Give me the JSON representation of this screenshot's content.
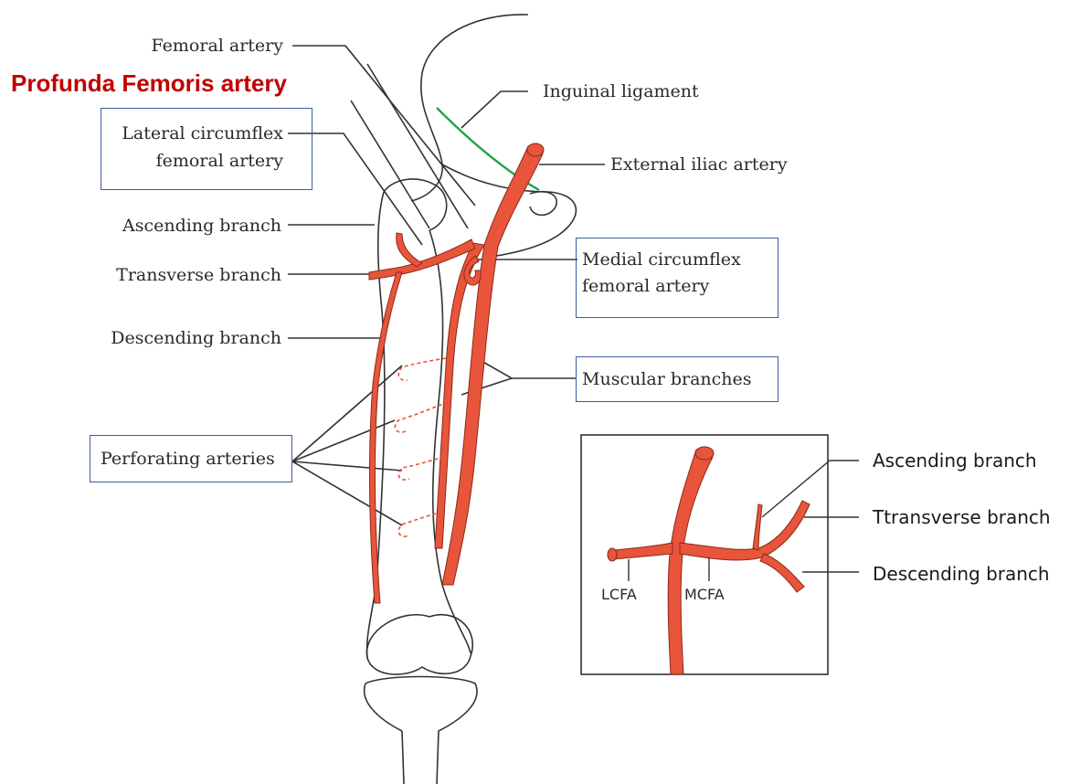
{
  "title": "Profunda Femoris artery",
  "colors": {
    "artery": "#e8553a",
    "artery_edge": "#8a2a1a",
    "bone_line": "#333333",
    "ligament": "#1fa34a",
    "title": "#c00000",
    "box_border": "#3f5b9a"
  },
  "labels": {
    "femoral_artery": "Femoral artery",
    "lateral_circumflex_line1": "Lateral circumflex",
    "lateral_circumflex_line2": "femoral artery",
    "ascending_branch": "Ascending branch",
    "transverse_branch": "Transverse branch",
    "descending_branch": "Descending branch",
    "perforating_arteries": "Perforating arteries",
    "inguinal_ligament": "Inguinal ligament",
    "external_iliac_artery": "External iliac artery",
    "medial_circumflex_line1": "Medial circumflex",
    "medial_circumflex_line2": "femoral artery",
    "muscular_branches": "Muscular branches"
  },
  "inset": {
    "lcfa": "LCFA",
    "mcfa": "MCFA",
    "ascending_branch": "Ascending branch",
    "transverse_branch": "Ttransverse branch",
    "descending_branch": "Descending branch"
  }
}
